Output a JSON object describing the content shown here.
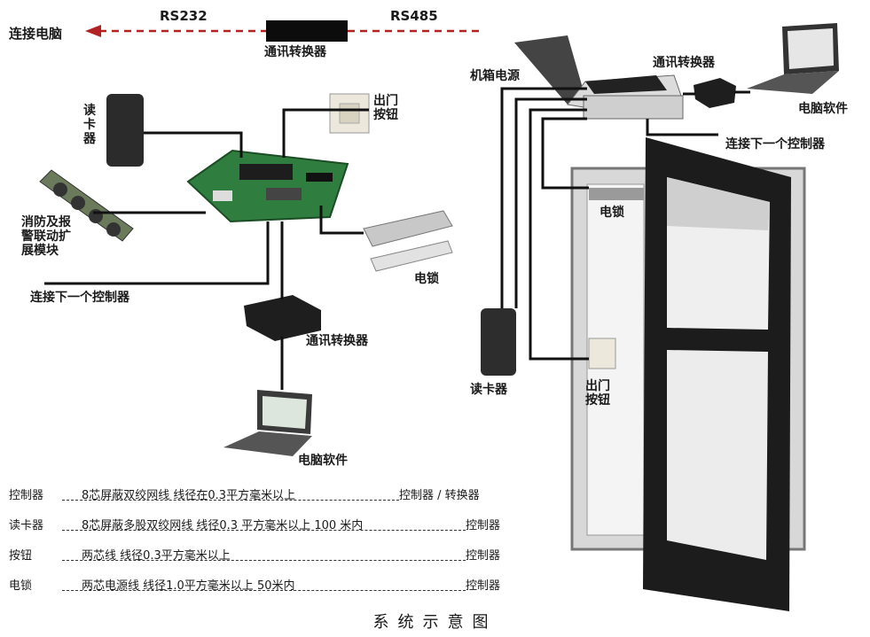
{
  "top": {
    "connect_pc": "连接电脑",
    "rs232": "RS232",
    "rs485": "RS485",
    "converter": "通讯转换器"
  },
  "left": {
    "card_reader": "读卡器",
    "exit_button": "出门按钮",
    "fire_module": "消防及报警联动扩展模块",
    "electric_lock": "电锁",
    "next_controller": "连接下一个控制器",
    "converter": "通讯转换器",
    "pc_software": "电脑软件"
  },
  "right": {
    "chassis_power": "机箱电源",
    "converter": "通讯转换器",
    "pc_software": "电脑软件",
    "next_controller": "连接下一个控制器",
    "electric_lock": "电锁",
    "card_reader": "读卡器",
    "exit_button": "出门按钮"
  },
  "legend": [
    {
      "left": "控制器",
      "spec": "8芯屏蔽双绞网线 线径在0.3平方毫米以上",
      "right": "控制器 / 转换器"
    },
    {
      "left": "读卡器",
      "spec": "8芯屏蔽多股双绞网线 线径0.3 平方毫米以上 100 米内",
      "right": "控制器"
    },
    {
      "left": "按钮",
      "spec": "两芯线 线径0.3平方毫米以上",
      "right": "控制器"
    },
    {
      "left": "电锁",
      "spec": "两芯电源线 线径1.0平方毫米以上 50米内",
      "right": "控制器"
    }
  ],
  "caption": "系统示意图"
}
